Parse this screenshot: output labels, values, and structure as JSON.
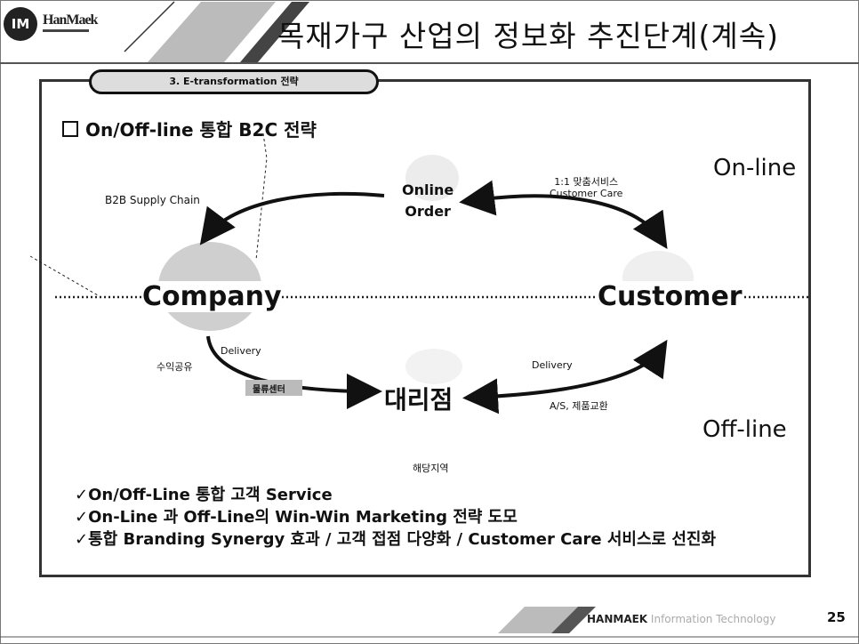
{
  "header": {
    "logo_initials": "IM",
    "logo_text": "HanMaek",
    "title": "목재가구 산업의 정보화 추진단계(계속)"
  },
  "section_tab": "3. E-transformation 전략",
  "heading": "On/Off-line 통합 B2C 전략",
  "zones": {
    "online": "On-line",
    "offline": "Off-line"
  },
  "nodes": {
    "company": "Company",
    "customer": "Customer",
    "online_order": [
      "Online",
      "Order"
    ],
    "agency": "대리점"
  },
  "labels": {
    "b2b": "B2B Supply Chain",
    "custom_service": [
      "1:1 맞춤서비스",
      "Customer Care"
    ],
    "delivery_left": "Delivery",
    "profit_share": "수익공유",
    "logistics": "물류센터",
    "delivery_right": "Delivery",
    "as_exchange": "A/S, 제품교환",
    "region": "해당지역"
  },
  "bullets": [
    "✓On/Off-Line 통합 고객 Service",
    "✓On-Line 과 Off-Line의 Win-Win Marketing 전략 도모",
    "✓통합 Branding Synergy 효과 / 고객 접점 다양화 / Customer Care 서비스로 선진화"
  ],
  "footer": {
    "brand": "HANMAEK",
    "brand_rest": " Information Technology",
    "page": "25"
  }
}
